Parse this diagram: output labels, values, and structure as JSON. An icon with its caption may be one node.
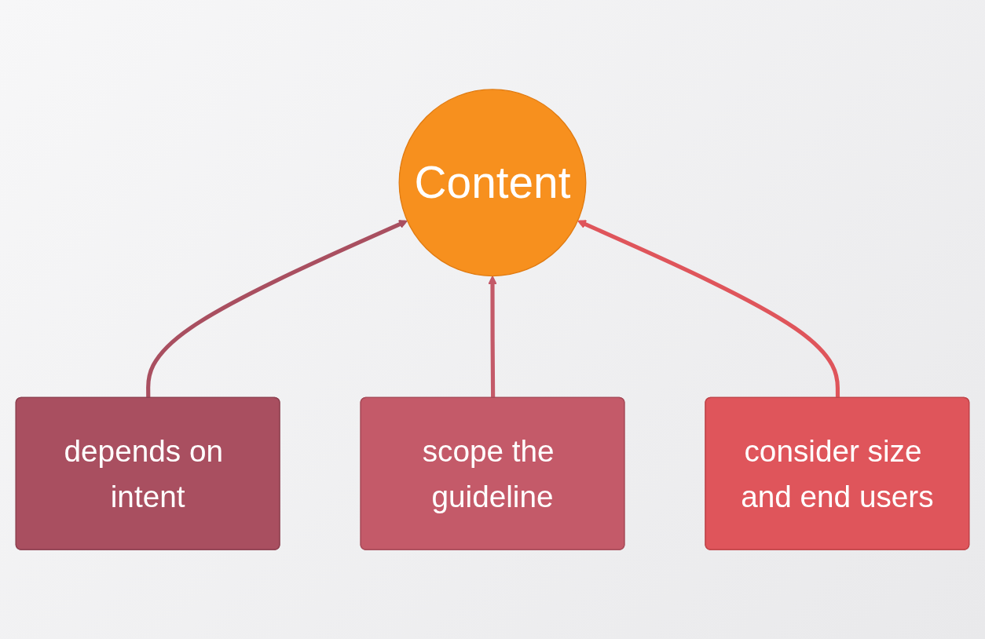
{
  "diagram": {
    "nodes": [
      {
        "text": [
          "Content"
        ]
      },
      {
        "text": [
          "depends on intent"
        ]
      },
      {
        "text": [
          "scope the guideline"
        ]
      },
      {
        "text": [
          "consider size and end users"
        ]
      }
    ],
    "edges": [
      {
        "from": 1,
        "to": 0,
        "arrow": "to",
        "color": "#a94f60"
      },
      {
        "from": 2,
        "to": 0,
        "arrow": "to",
        "color": "#c45a69"
      },
      {
        "from": 3,
        "to": 0,
        "arrow": "to",
        "color": "#df555b"
      }
    ]
  }
}
